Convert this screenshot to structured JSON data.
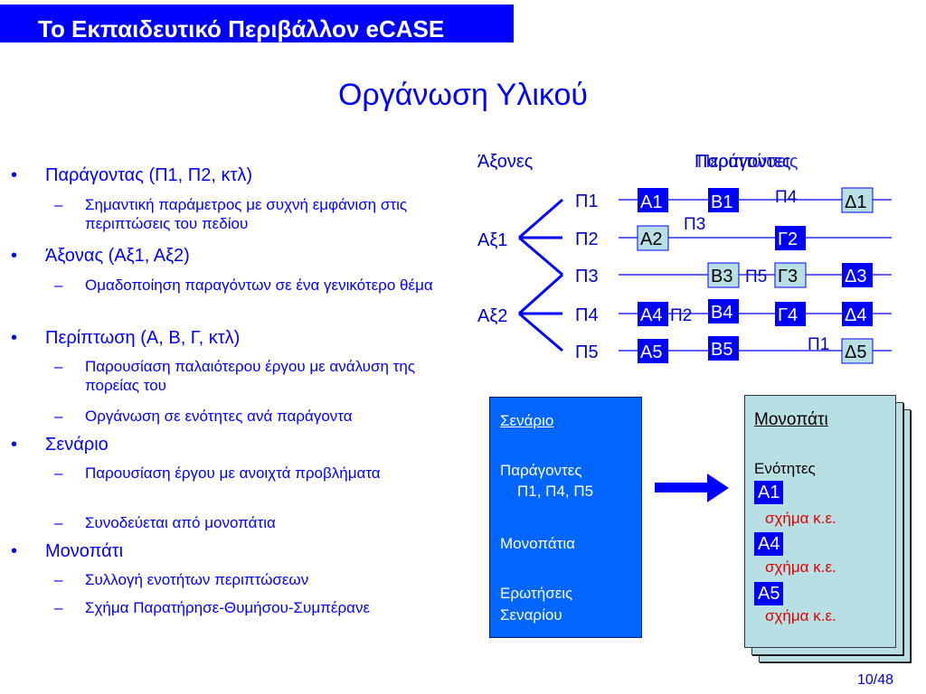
{
  "header": {
    "title": "Το Εκπαιδευτικό Περιβάλλον eCASE"
  },
  "slide": {
    "title": "Οργάνωση Υλικού",
    "page": "10/48"
  },
  "bullets": [
    {
      "text": "Παράγοντας (Π1, Π2, κτλ)",
      "subs": [
        "Σημαντική παράμετρος με συχνή εμφάνιση στις περιπτώσεις του πεδίου"
      ]
    },
    {
      "text": "Άξονας (Αξ1, Αξ2)",
      "subs": [
        "Ομαδοποίηση παραγόντων σε ένα γενικότερο θέμα"
      ]
    },
    {
      "text": "Περίπτωση (Α, Β, Γ, κτλ)",
      "subs": [
        "Παρουσίαση παλαιότερου έργου με ανάλυση της πορείας του",
        "Οργάνωση σε ενότητες ανά παράγοντα"
      ]
    },
    {
      "text": "Σενάριο",
      "subs": [
        "Παρουσίαση έργου με ανοιχτά προβλήματα",
        "Συνοδεύεται από μονοπάτια"
      ]
    },
    {
      "text": "Μονοπάτι",
      "subs": [
        "Συλλογή ενοτήτων περιπτώσεων",
        "Σχήμα Παρατήρησε-Θυμήσου-Συμπέρανε"
      ]
    }
  ],
  "diagram": {
    "axes_label": "Άξονες",
    "factors_label": "Παράγοντες",
    "factors_label_overlay": "Περιπτώσεις",
    "axes": [
      "Αξ1",
      "Αξ2"
    ],
    "factors": [
      "Π1",
      "Π2",
      "Π3",
      "Π4",
      "Π5"
    ],
    "cases": {
      "a1": "Α1",
      "a2": "Α2",
      "a4": "Α4",
      "a5": "Α5",
      "b1": "Β1",
      "b3": "Β3",
      "b4": "Β4",
      "b5": "Β5",
      "g2": "Γ2",
      "g3": "Γ3",
      "g4": "Γ4",
      "d1": "Δ1",
      "d3": "Δ3",
      "d4": "Δ4",
      "d5": "Δ5"
    },
    "path_labels": {
      "p4": "Π4",
      "p3": "Π3",
      "p5": "Π5",
      "p2": "Π2",
      "p1": "Π1"
    }
  },
  "scenario": {
    "title": "Σενάριο",
    "factors_label": "Παράγοντες",
    "factors_values": "Π1, Π4, Π5",
    "paths_label": "Μονοπάτια",
    "questions_label": "Ερωτήσεις",
    "questions_label2": "Σεναρίου"
  },
  "path_card": {
    "title": "Μονοπάτι",
    "units_label": "Ενότητες",
    "units": [
      {
        "case": "Α1",
        "note": "σχήμα κ.ε."
      },
      {
        "case": "Α4",
        "note": "σχήμα κ.ε."
      },
      {
        "case": "Α5",
        "note": "σχήμα κ.ε."
      }
    ]
  },
  "colors": {
    "accent": "#0000ff",
    "light_case": "#b8dfe3",
    "note": "#e00000"
  }
}
